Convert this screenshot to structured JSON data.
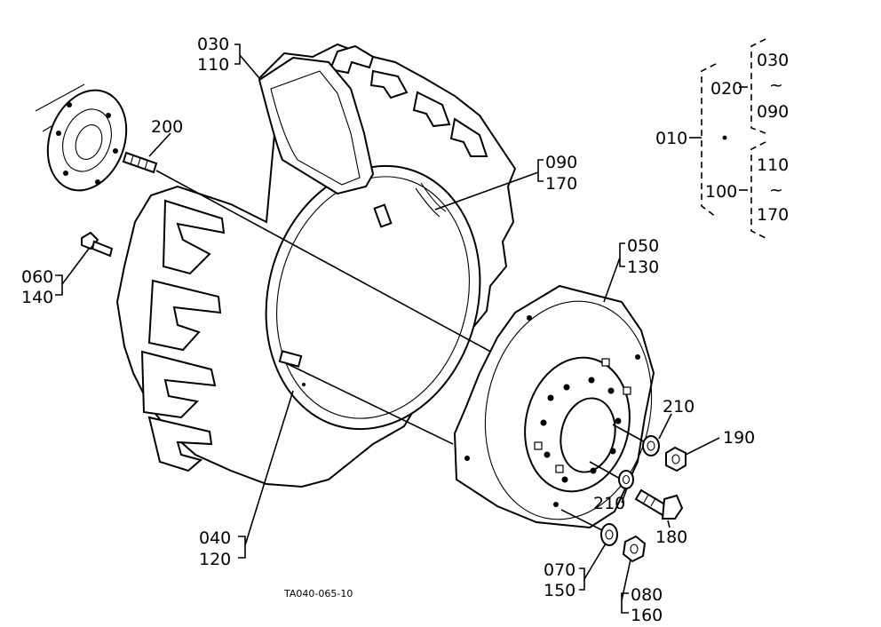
{
  "labels": {
    "l030a": "030",
    "l110a": "110",
    "l200": "200",
    "l060": "060",
    "l140": "140",
    "l090a": "090",
    "l170a": "170",
    "l050": "050",
    "l130": "130",
    "l210a": "210",
    "l190": "190",
    "l210b": "210",
    "l180": "180",
    "l040": "040",
    "l120": "120",
    "l070": "070",
    "l150": "150",
    "l080": "080",
    "l160": "160"
  },
  "tree": {
    "l010": "010",
    "l020": "020",
    "l100": "100",
    "t030": "030",
    "t090": "090",
    "t110": "110",
    "t170": "170",
    "tilde": "~"
  },
  "figure_code": "TA040-065-10"
}
